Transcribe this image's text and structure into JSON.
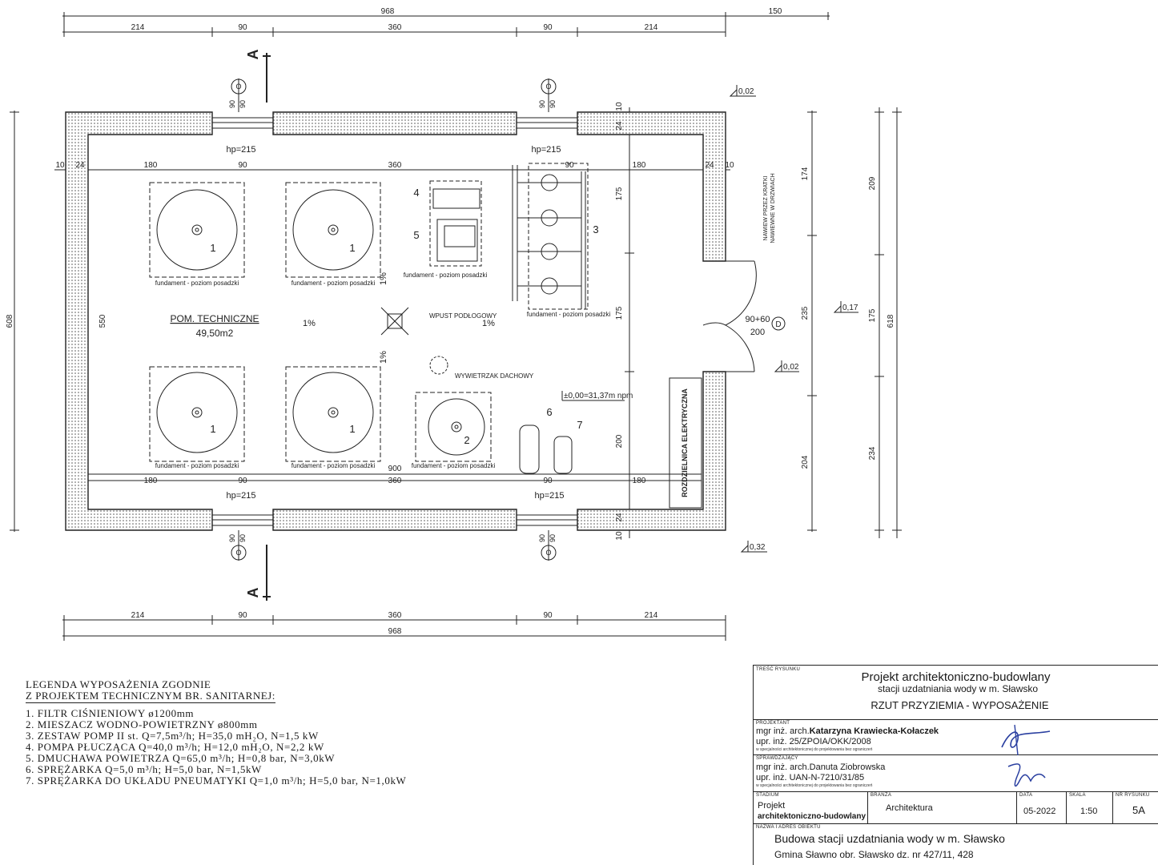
{
  "dims": {
    "top_total": "968",
    "top_extra": "150",
    "top_parts": [
      "214",
      "90",
      "360",
      "90",
      "214"
    ],
    "bottom_parts": [
      "214",
      "90",
      "360",
      "90",
      "214"
    ],
    "bottom_total": "968",
    "inner_top": [
      "10",
      "24",
      "180",
      "90",
      "360",
      "180",
      "24",
      "10"
    ],
    "inner_bottom": [
      "180",
      "90",
      "360",
      "90",
      "180"
    ],
    "inner_900": "900",
    "inner_h_90": "90",
    "left_608": "608",
    "left_550": "550",
    "right_inner": [
      "10",
      "24",
      "175",
      "175",
      "200",
      "24",
      "10"
    ],
    "right_outer_a": [
      "174",
      "235",
      "204"
    ],
    "right_outer_b": [
      "209",
      "175",
      "234"
    ],
    "right_618": "618"
  },
  "section_marker": "A",
  "windows": {
    "symbol": "O",
    "dims": "90",
    "hp_top_left": "hp=215",
    "hp_top_right": "hp=215",
    "hp_bot_left": "hp=215",
    "hp_bot_right": "hp=215"
  },
  "levels": {
    "top_right": "0,02",
    "door_right": "0,17",
    "door_low": "0,02",
    "bottom_right": "0,32",
    "zero": "±0,00=31,37m npm"
  },
  "room": {
    "name": "POM. TECHNICZNE",
    "area": "49,50m2"
  },
  "slopes": [
    "1%",
    "1%",
    "1%",
    "1%"
  ],
  "labels": {
    "foundation": "fundament - poziom posadzki",
    "drain": "WPUST PODŁOGOWY",
    "fan": "WYWIETRZAK DACHOWY",
    "switchboard": "ROZDZIELNICA ELEKTRYCZNA",
    "vent_1": "NAWIEW PRZEZ KRATKI",
    "vent_2": "NAWIEWNE W DRZWIACH",
    "door_1": "90+60",
    "door_2": "200",
    "door_sym": "D"
  },
  "equipment_nums": [
    "1",
    "1",
    "1",
    "1",
    "2",
    "3",
    "4",
    "5",
    "6",
    "7"
  ],
  "legend": {
    "title_1": "LEGENDA WYPOSAŻENIA ZGODNIE",
    "title_2": "Z PROJEKTEM TECHNICZNYM BR. SANITARNEJ:",
    "items": [
      "1. FILTR CIŚNIENIOWY ø1200mm",
      "2. MIESZACZ WODNO-POWIETRZNY ø800mm",
      "3. ZESTAW POMP II st. Q=7,5m³/h; H=35,0 mH₂O, N=1,5 kW",
      "4. POMPA PŁUCZĄCA Q=40,0 m³/h; H=12,0 mH₂O, N=2,2 kW",
      "5. DMUCHAWA POWIETRZA Q=65,0 m³/h; H=0,8 bar, N=3,0kW",
      "6. SPRĘŻARKA Q=5,0 m³/h; H=5,0 bar, N=1,5kW",
      "7. SPRĘŻARKA DO UKŁADU PNEUMATYKI Q=1,0 m³/h; H=5,0 bar, N=1,0kW"
    ]
  },
  "title_block": {
    "tresc_label": "TREŚĆ RYSUNKU",
    "title": "Projekt architektoniczno-budowlany",
    "subtitle": "stacji uzdatniania wody w m. Sławsko",
    "drawing": "RZUT PRZYZIEMIA - WYPOSAŻENIE",
    "projektant_label": "PROJEKTANT",
    "projektant_prefix": "mgr inż. arch.",
    "projektant_name": "Katarzyna Krawiecka-Kołaczek",
    "projektant_lic": "upr. inż. 25/ZPOIA/OKK/2008",
    "projektant_note": "w specjalności architektonicznej do projektowania bez ograniczeń",
    "sprawdzajacy_label": "SPRAWDZAJĄCY",
    "sprawdzajacy_name": "mgr inż. arch.Danuta Ziobrowska",
    "sprawdzajacy_lic": "upr. inż. UAN-N-7210/31/85",
    "sprawdzajacy_note": "w specjalności architektonicznej do projektowania bez ograniczeń",
    "stadium_label": "STADIUM",
    "stadium_1": "Projekt",
    "stadium_2": "architektoniczno-budowlany",
    "branza_label": "BRANŻA",
    "branza": "Architektura",
    "data_label": "DATA",
    "data": "05-2022",
    "skala_label": "SKALA",
    "skala": "1:50",
    "nr_label": "NR RYSUNKU",
    "nr": "5A",
    "obiekt_label": "NAZWA I ADRES OBIEKTU",
    "obiekt_1": "Budowa stacji uzdatniania wody w m. Sławsko",
    "obiekt_2": "Gmina Sławno obr. Sławsko dz. nr 427/11, 428"
  }
}
